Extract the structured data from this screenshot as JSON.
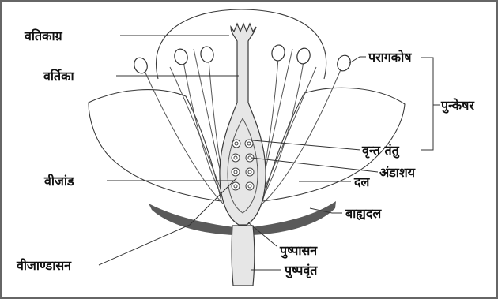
{
  "labels": {
    "stigma": "वतिकाग्र",
    "style": "वर्तिका",
    "anther": "परागकोष",
    "stamen": "पुन्केषर",
    "filament": "वृन्त  तंतु",
    "ovary": "अंडाशय",
    "ovule": "वीजांड",
    "petal": "दल",
    "sepal": "बाह्यदल",
    "placenta": "वीजाण्डासन",
    "thalamus": "पुष्पासन",
    "pedicel": "पुष्पवृंत"
  },
  "colors": {
    "outline": "#3a3a3a",
    "sepal_fill": "#5a5a5a",
    "pistil_fill": "#e6e6e6",
    "border": "#666666",
    "text": "#111111"
  }
}
